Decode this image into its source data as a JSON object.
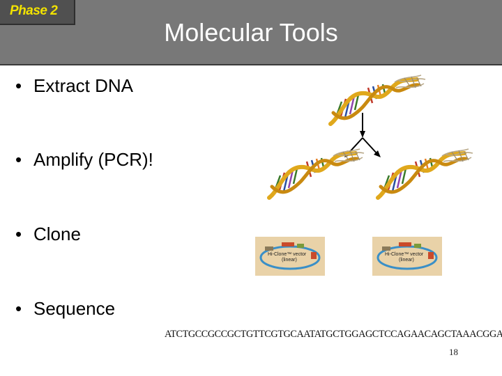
{
  "header": {
    "phase_label": "Phase 2",
    "title": "Molecular Tools"
  },
  "bullets": [
    {
      "symbol": "•",
      "text": "Extract DNA"
    },
    {
      "symbol": "•",
      "text": "Amplify (PCR)!"
    },
    {
      "symbol": "•",
      "text": "Clone"
    },
    {
      "symbol": "•",
      "text": "Sequence"
    }
  ],
  "sequence": "ATCTGCCGCCGCTGTTCGTGCAATATGCTGGAGCTCCAGAACAGCTAAACGGAGTC",
  "plasmid": {
    "label_line1": "Hi-Clone™ vector",
    "label_line2": "(linear)"
  },
  "page_number": "18",
  "colors": {
    "header_bg": "#787878",
    "phase_tab_bg": "#505050",
    "phase_text": "#f2e200"
  }
}
